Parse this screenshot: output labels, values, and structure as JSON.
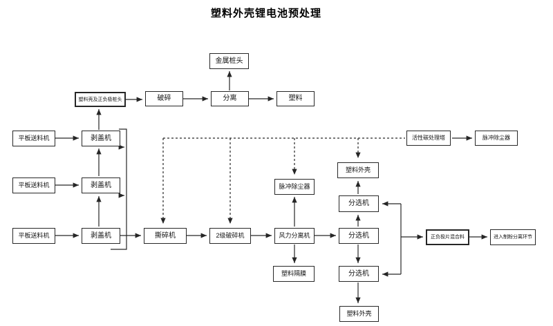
{
  "title": "塑料外壳锂电池预处理",
  "nodes": {
    "metal_terminal": {
      "label": "金属桩头"
    },
    "shell_terminals": {
      "label": "塑料壳及正负极桩头"
    },
    "crush": {
      "label": "破碎"
    },
    "separate": {
      "label": "分离"
    },
    "plastic": {
      "label": "塑料"
    },
    "feeder1": {
      "label": "平板送料机"
    },
    "feeder2": {
      "label": "平板送料机"
    },
    "feeder3": {
      "label": "平板送料机"
    },
    "decap1": {
      "label": "剥盖机"
    },
    "decap2": {
      "label": "剥盖机"
    },
    "decap3": {
      "label": "剥盖机"
    },
    "shredder": {
      "label": "撕碎机"
    },
    "crusher2": {
      "label": "2级破碎机"
    },
    "air_separator": {
      "label": "风力分离机"
    },
    "sorter1": {
      "label": "分选机"
    },
    "sorter2": {
      "label": "分选机"
    },
    "sorter3": {
      "label": "分选机"
    },
    "pulse_dust_mid": {
      "label": "脉冲除尘器"
    },
    "pulse_dust_right": {
      "label": "脉冲除尘器"
    },
    "carbon_tower": {
      "label": "活性碳处理塔"
    },
    "plastic_shell_top": {
      "label": "塑料外壳"
    },
    "plastic_shell_bottom": {
      "label": "塑料外壳"
    },
    "plastic_membrane": {
      "label": "塑料隔膜"
    },
    "electrode_mix": {
      "label": "正负极片混合料"
    },
    "powder_step": {
      "label": "进入制粉分离环节"
    }
  }
}
